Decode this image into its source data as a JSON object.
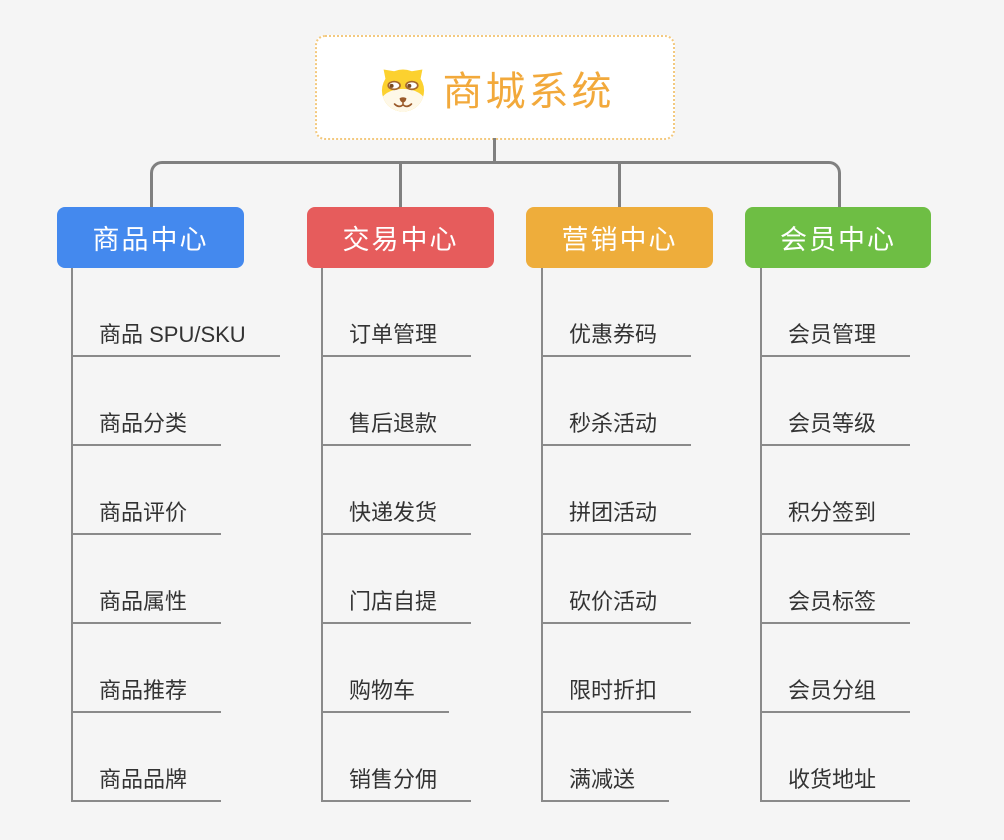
{
  "page": {
    "background_color": "#f5f5f5",
    "connector_color": "#808080",
    "underline_color": "#8a8a8a"
  },
  "root": {
    "title": "商城系统",
    "icon": "dog-face-icon",
    "text_color": "#f2a93b",
    "border_color": "#f3c97f"
  },
  "branches": [
    {
      "label": "商品中心",
      "color": "#4489ee",
      "children": [
        "商品 SPU/SKU",
        "商品分类",
        "商品评价",
        "商品属性",
        "商品推荐",
        "商品品牌"
      ]
    },
    {
      "label": "交易中心",
      "color": "#e65c5c",
      "children": [
        "订单管理",
        "售后退款",
        "快递发货",
        "门店自提",
        "购物车",
        "销售分佣"
      ]
    },
    {
      "label": "营销中心",
      "color": "#eead3b",
      "children": [
        "优惠券码",
        "秒杀活动",
        "拼团活动",
        "砍价活动",
        "限时折扣",
        "满减送"
      ]
    },
    {
      "label": "会员中心",
      "color": "#6ebe44",
      "children": [
        "会员管理",
        "会员等级",
        "积分签到",
        "会员标签",
        "会员分组",
        "收货地址"
      ]
    }
  ]
}
